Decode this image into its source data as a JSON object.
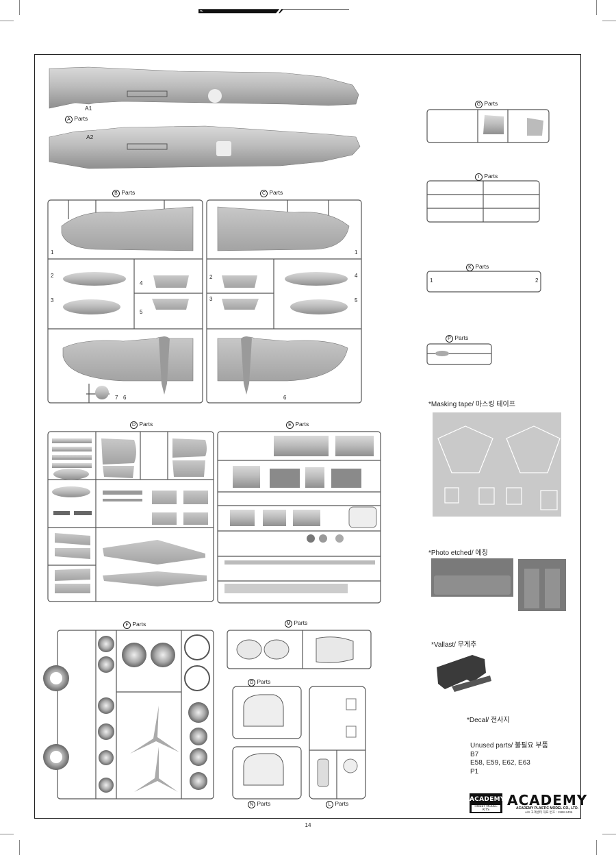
{
  "header": {
    "title": "parts location diagram/ 부품도"
  },
  "sprues": {
    "A": {
      "label": "Parts",
      "letter": "A",
      "part_a1": "A1",
      "part_a2": "A2"
    },
    "B": {
      "label": "Parts",
      "letter": "B",
      "numbers": [
        "1",
        "2",
        "3",
        "4",
        "5",
        "7",
        "6"
      ]
    },
    "C": {
      "label": "Parts",
      "letter": "C",
      "numbers": [
        "1",
        "2",
        "3",
        "4",
        "5",
        "6"
      ]
    },
    "D": {
      "label": "Parts",
      "letter": "D"
    },
    "E": {
      "label": "Parts",
      "letter": "E"
    },
    "F": {
      "label": "Parts",
      "letter": "F"
    },
    "M": {
      "label": "Parts",
      "letter": "M"
    },
    "O": {
      "label": "Parts",
      "letter": "O"
    },
    "N": {
      "label": "Parts",
      "letter": "N"
    },
    "L": {
      "label": "Parts",
      "letter": "L"
    },
    "G": {
      "label": "Parts",
      "letter": "G"
    },
    "I": {
      "label": "Parts",
      "letter": "I"
    },
    "K": {
      "label": "Parts",
      "letter": "K",
      "numbers": [
        "1",
        "2"
      ]
    },
    "P": {
      "label": "Parts",
      "letter": "P"
    }
  },
  "extras": {
    "masking_tape": "*Masking tape/ 마스킹 테이프",
    "photo_etched": "*Photo etched/ 에칭",
    "vallast": "*Vallast/ 무게추",
    "decal": "*Decal/ 전사지"
  },
  "unused": {
    "title": "Unused parts/ 불필요 부품",
    "lines": [
      "B7",
      "E58, E59, E62, E63",
      "P1"
    ]
  },
  "footer": {
    "page_number": "14",
    "logo_box_title": "ACADEMY",
    "logo_box_sub": "HOBBY MODEL KITS",
    "brand": "ACADEMY",
    "brand_sub": "ACADEMY PLASTIC MODEL CO., LTD.",
    "brand_sub2": "A/S 고객센터 대표 번호 : 1588-2406"
  }
}
